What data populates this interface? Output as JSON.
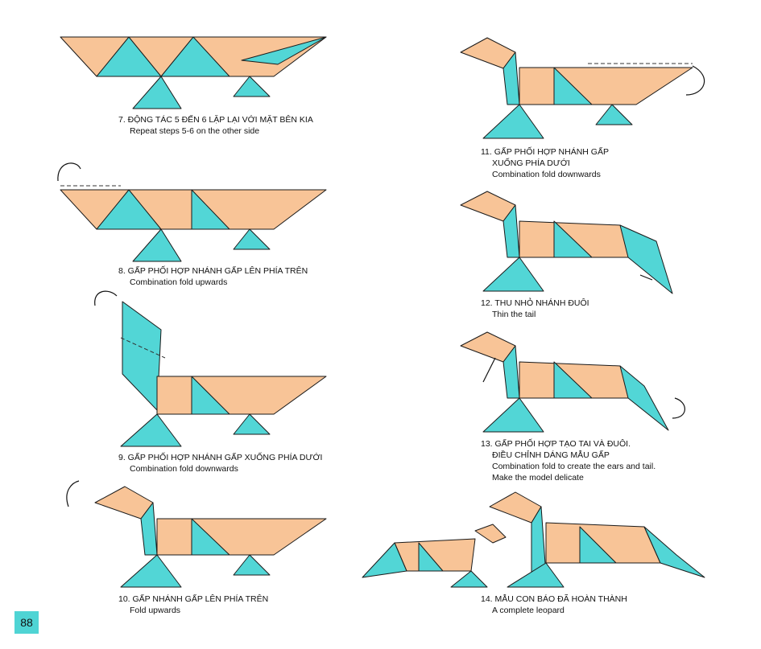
{
  "steps": [
    {
      "vn": "7. ĐỘNG TÁC 5 ĐẾN 6 LẶP LẠI VỚI MẶT BÊN KIA",
      "en": "Repeat steps 5-6 on the other side"
    },
    {
      "vn": "8. GẤP PHỐI HỢP NHÁNH GẤP LÊN PHÍA TRÊN",
      "en": "Combination fold upwards"
    },
    {
      "vn": "9. GẤP PHỐI HỢP NHÁNH GẤP XUỐNG PHÍA DƯỚI",
      "en": "Combination fold downwards"
    },
    {
      "vn": "10. GẤP NHÁNH GẤP LÊN PHÍA TRÊN",
      "en": "Fold upwards"
    },
    {
      "vn": "11. GẤP PHỐI HỢP NHÁNH GẤP",
      "vn2": "XUỐNG PHÍA DƯỚI",
      "en": "Combination fold downwards"
    },
    {
      "vn": "12. THU NHỎ NHÁNH ĐUÔI",
      "en": "Thin the tail"
    },
    {
      "vn": "13. GẤP PHỐI HỢP TẠO TAI VÀ ĐUÔI.",
      "vn2": "ĐIỀU CHỈNH DÁNG MẪU GẤP",
      "en": "Combination fold to create the ears and tail.",
      "en2": "Make the model delicate"
    },
    {
      "vn": "14. MẪU CON BÁO ĐÃ HOÀN THÀNH",
      "en": "A complete leopard"
    }
  ],
  "page_number": "88",
  "colors": {
    "peach": "#f8c497",
    "teal": "#52d6d6"
  }
}
